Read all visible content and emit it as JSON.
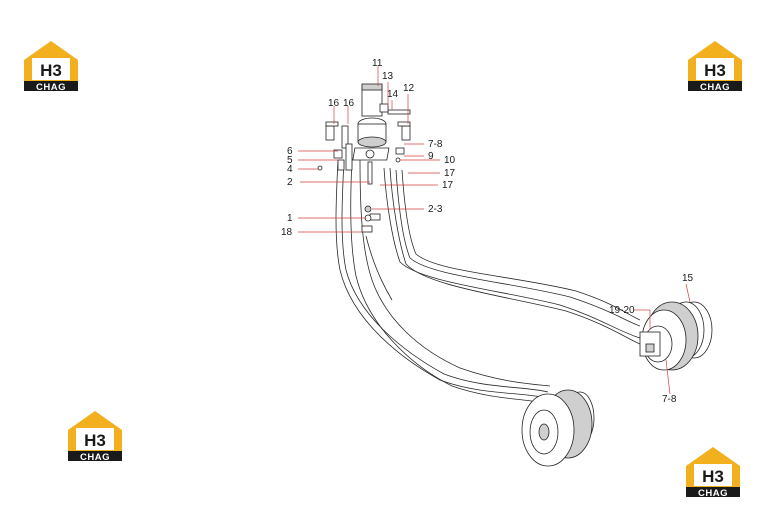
{
  "logo": {
    "line1": "H3",
    "line2": "CHAG"
  },
  "callouts": [
    "11",
    "13",
    "12",
    "14",
    "16",
    "16",
    "7-8",
    "6",
    "9",
    "5",
    "10",
    "4",
    "17",
    "2",
    "17",
    "2-3",
    "1",
    "18",
    "15",
    "19-20",
    "7-8"
  ]
}
